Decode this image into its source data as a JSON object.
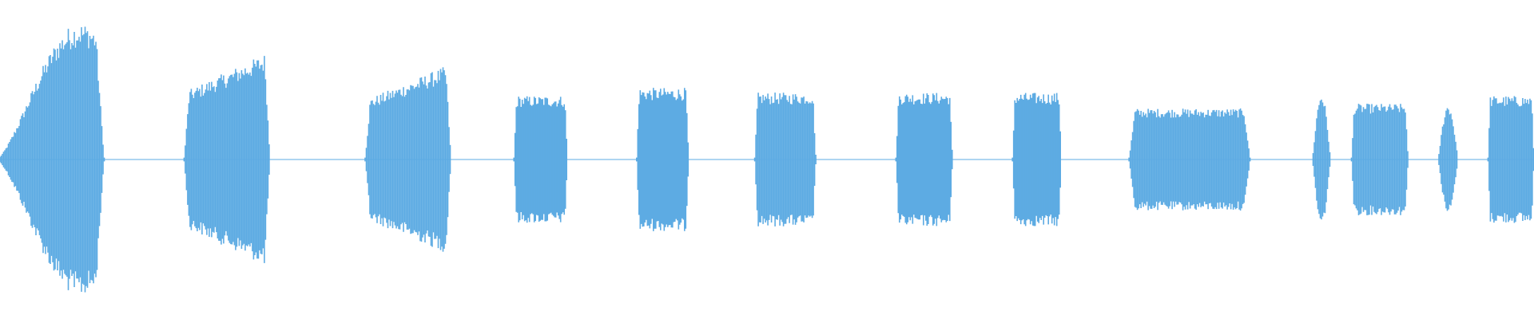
{
  "waveform": {
    "color": "#5dabe3",
    "background": "#ffffff",
    "segments": [
      {
        "start": 0.0,
        "end": 0.068,
        "peak": 0.86,
        "shape": "swell"
      },
      {
        "start": 0.12,
        "end": 0.176,
        "peak": 0.68,
        "shape": "rise"
      },
      {
        "start": 0.238,
        "end": 0.294,
        "peak": 0.6,
        "shape": "rise"
      },
      {
        "start": 0.335,
        "end": 0.37,
        "peak": 0.4,
        "shape": "flat"
      },
      {
        "start": 0.415,
        "end": 0.449,
        "peak": 0.45,
        "shape": "flat"
      },
      {
        "start": 0.492,
        "end": 0.532,
        "peak": 0.42,
        "shape": "flat"
      },
      {
        "start": 0.584,
        "end": 0.621,
        "peak": 0.42,
        "shape": "flat"
      },
      {
        "start": 0.66,
        "end": 0.692,
        "peak": 0.42,
        "shape": "flat"
      },
      {
        "start": 0.736,
        "end": 0.815,
        "peak": 0.32,
        "shape": "flat"
      },
      {
        "start": 0.856,
        "end": 0.867,
        "peak": 0.42,
        "shape": "spike"
      },
      {
        "start": 0.881,
        "end": 0.918,
        "peak": 0.35,
        "shape": "flat"
      },
      {
        "start": 0.938,
        "end": 0.95,
        "peak": 0.35,
        "shape": "spike"
      },
      {
        "start": 0.97,
        "end": 1.0,
        "peak": 0.4,
        "shape": "flat"
      }
    ],
    "noise_floor": 0.012
  }
}
